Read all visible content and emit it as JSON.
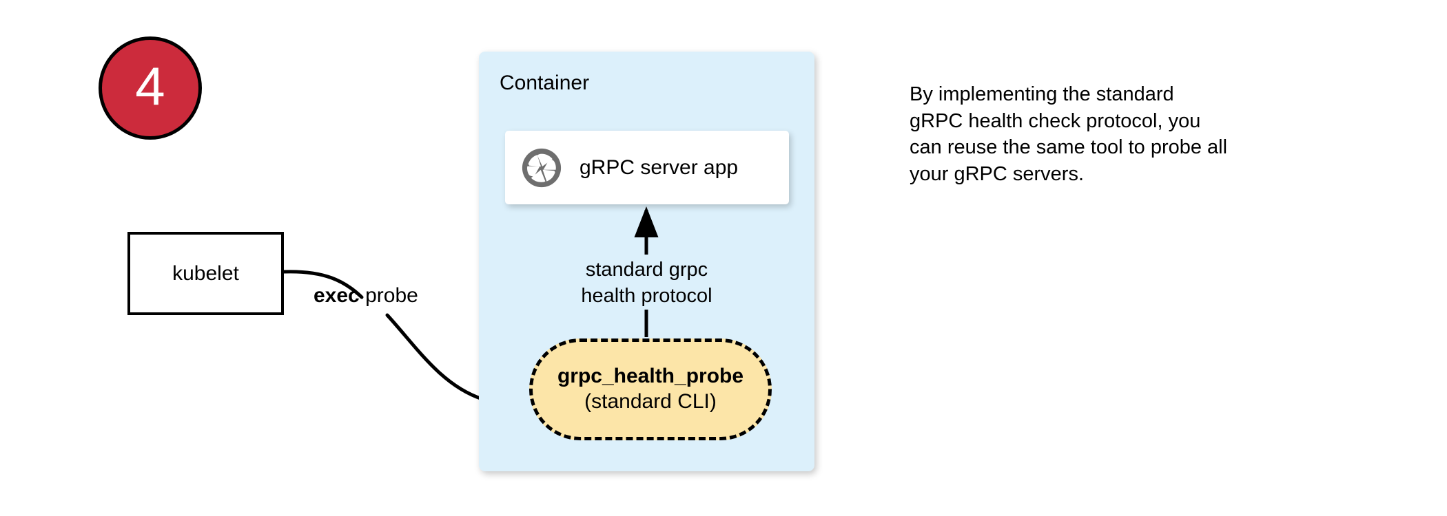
{
  "step": {
    "number": "4",
    "fill_color": "#CC2B3C",
    "border_color": "#000000",
    "text_color": "#ffffff"
  },
  "kubelet": {
    "label": "kubelet"
  },
  "container": {
    "title": "Container",
    "fill_color": "#DCF0FB"
  },
  "server_app": {
    "label": "gRPC server app",
    "icon": "aperture-icon",
    "icon_color": "#6E6E6E",
    "fill_color": "#ffffff"
  },
  "health_probe": {
    "name": "grpc_health_probe",
    "subtitle": "(standard CLI)",
    "fill_color": "#FCE5A8",
    "border_style": "dashed",
    "border_color": "#000000"
  },
  "edges": {
    "protocol_label_line1": "standard grpc",
    "protocol_label_line2": "health protocol",
    "exec_label_bold": "exec",
    "exec_label_rest": " probe"
  },
  "side_note": {
    "line1": "By implementing the standard",
    "line2": "gRPC health check protocol, you",
    "line3": "can reuse the same tool to probe all",
    "line4": "your gRPC servers."
  }
}
